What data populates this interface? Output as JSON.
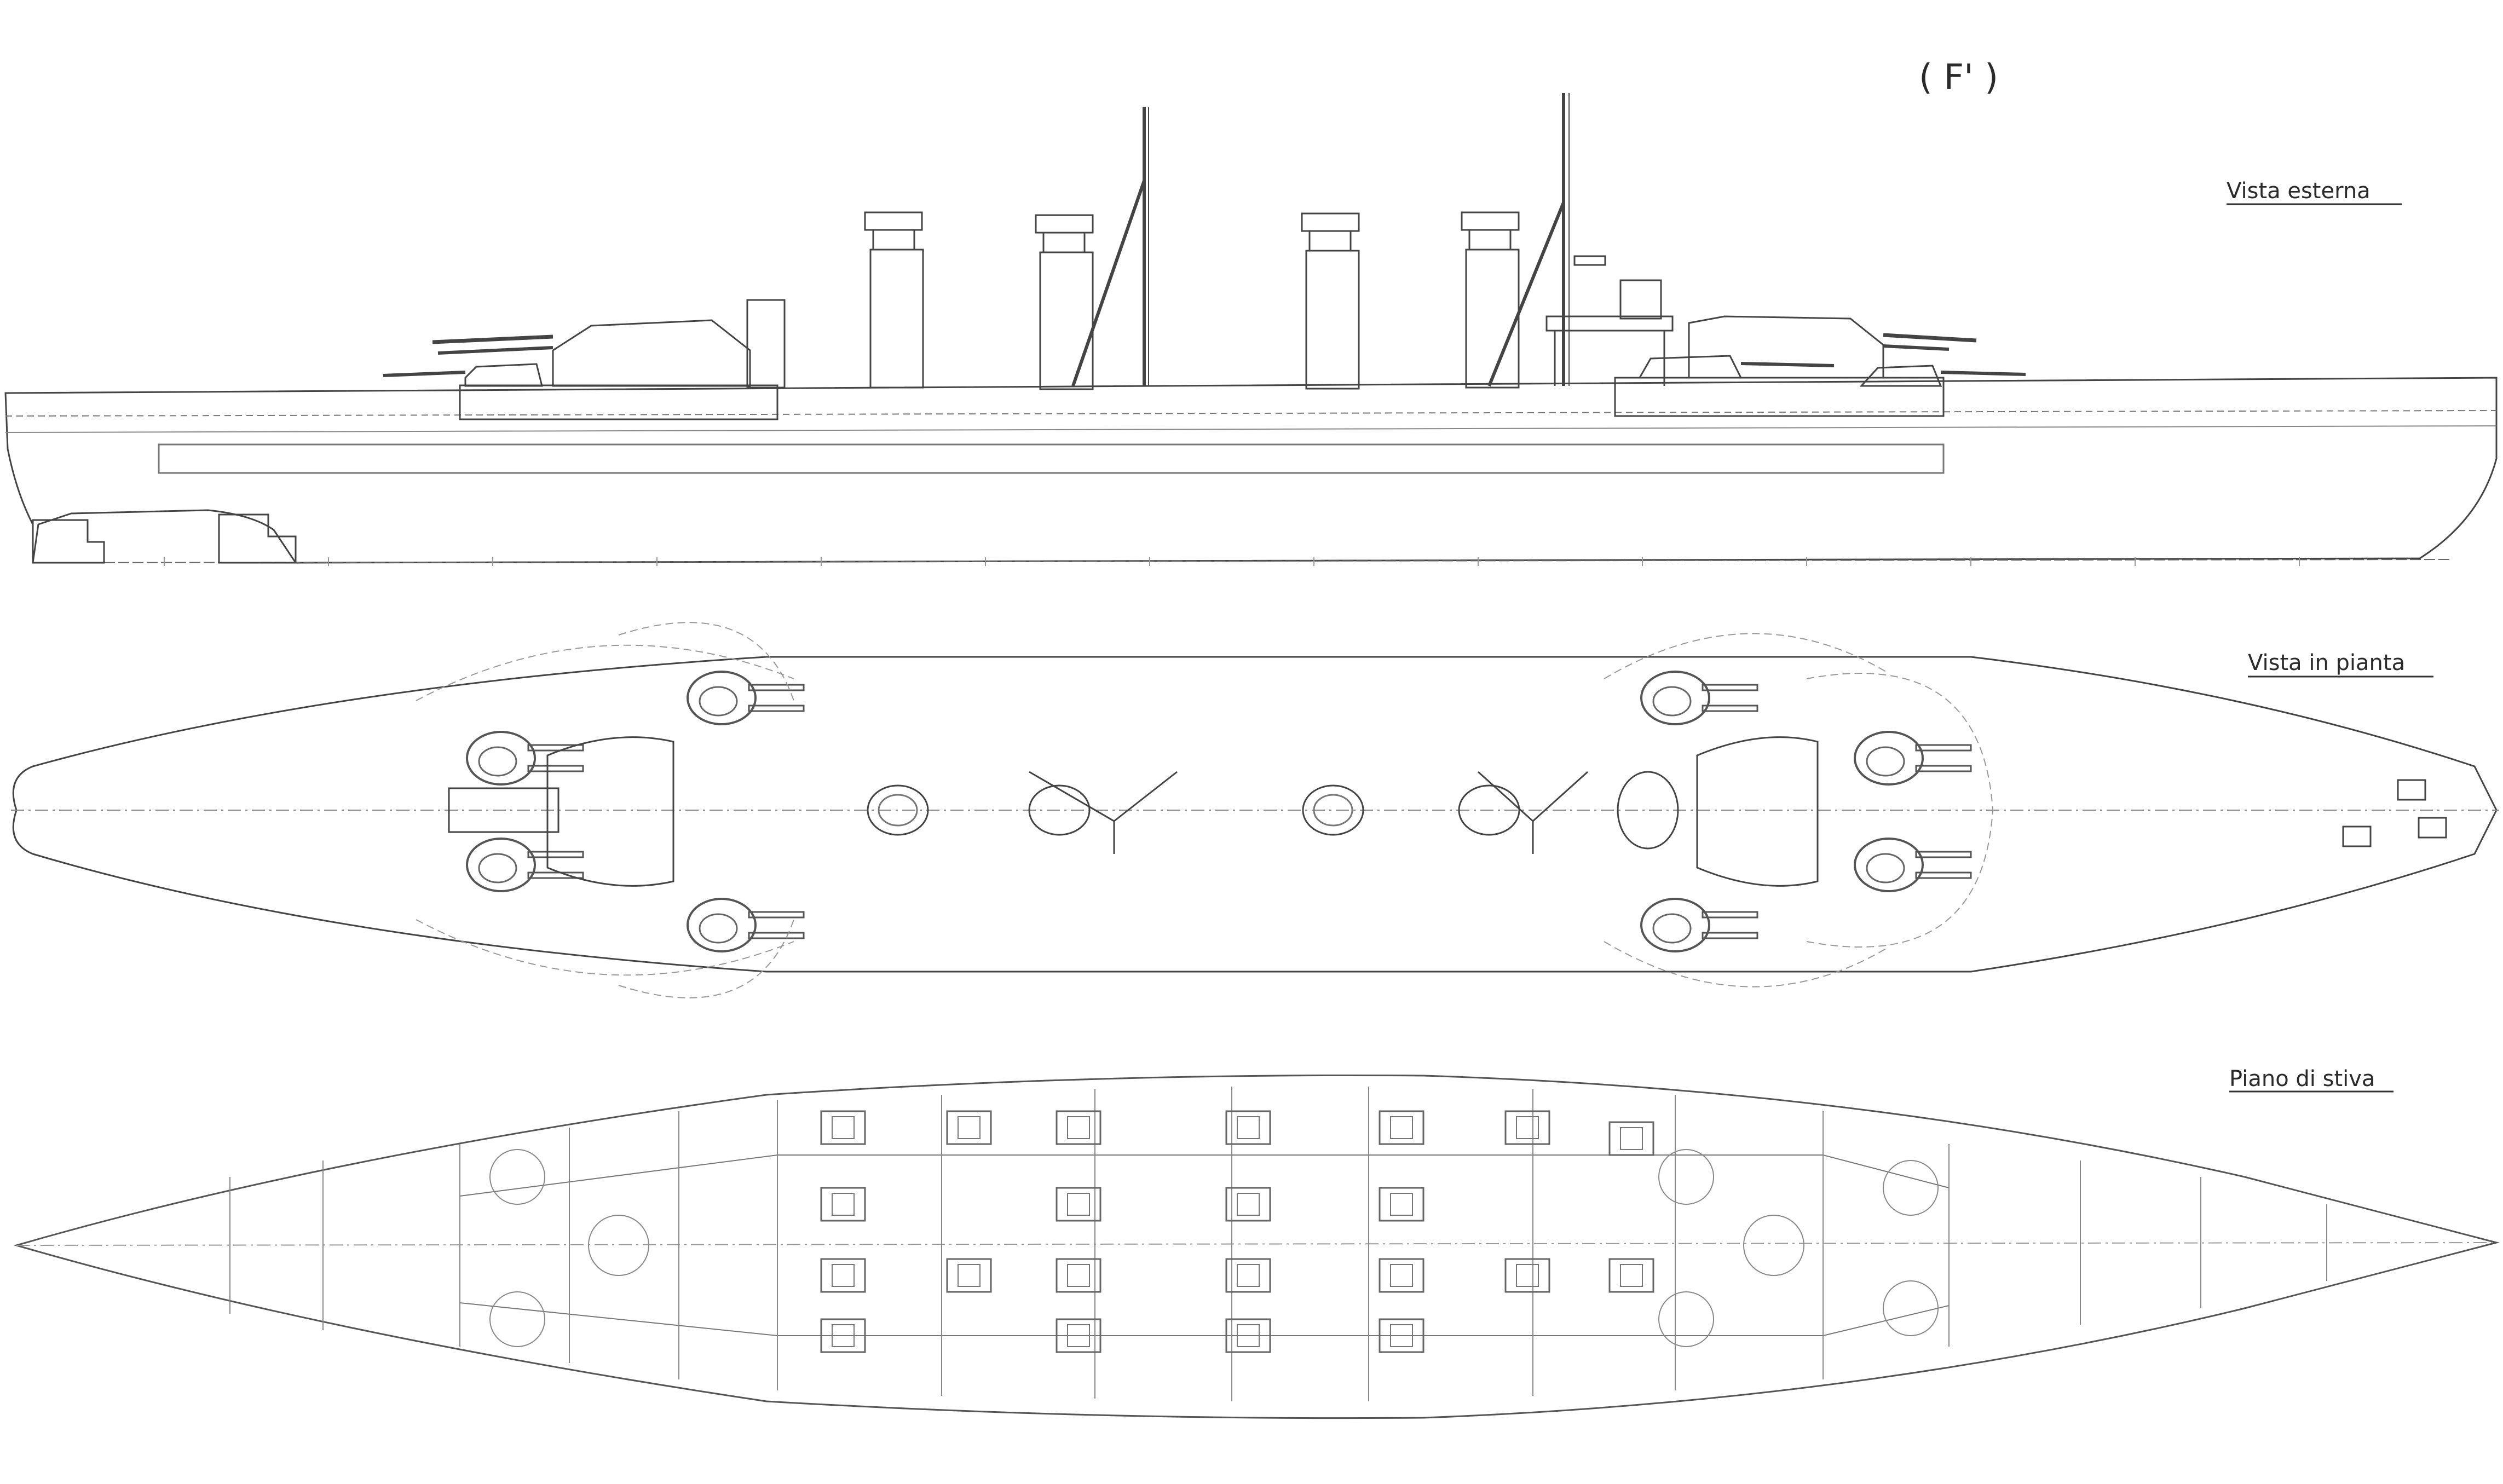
{
  "sheet": {
    "code": "( F' )",
    "views": {
      "side": "Vista  esterna",
      "plan": "Vista in pianta",
      "hold": "Piano di stiva"
    }
  },
  "colors": {
    "paper": "#ffffff",
    "ink": "#2a2a2a",
    "faint": "#8a8a8a"
  }
}
